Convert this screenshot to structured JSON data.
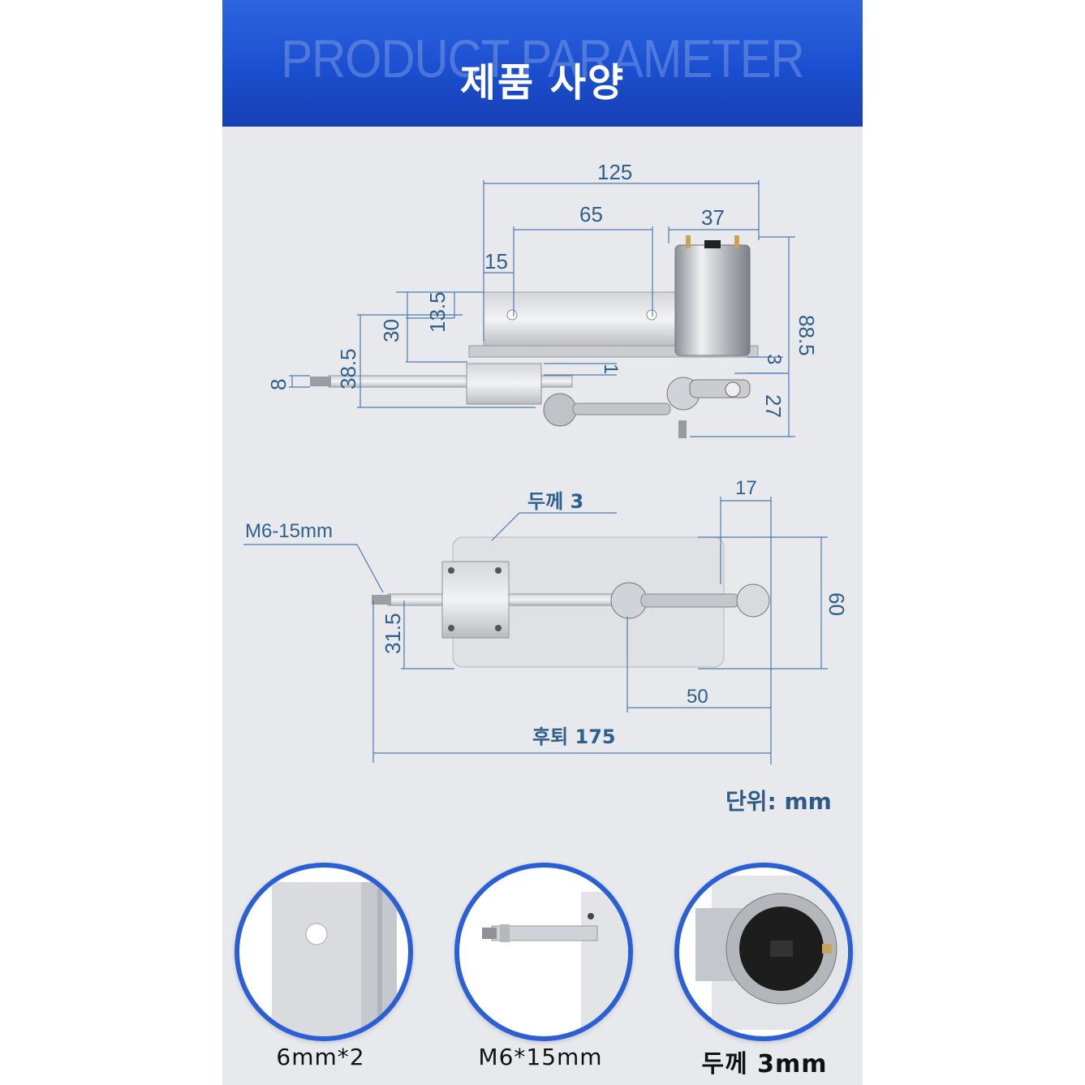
{
  "banner": {
    "ghost_text": "PRODUCT PARAMETER",
    "title": "제품 사양"
  },
  "side_view": {
    "dims": {
      "total_length": "125",
      "mid_length": "65",
      "motor_width": "37",
      "hole_offset": "15",
      "hole_height": "13.5",
      "bracket_height": "30",
      "rod_height": "38.5",
      "rod_diameter": "8",
      "gap": "1",
      "plate": "3",
      "overall_height": "88.5",
      "arm_drop": "27"
    }
  },
  "top_view": {
    "thickness_label": "두께 3",
    "thread_label": "M6-15mm",
    "offset_17": "17",
    "width_60": "60",
    "rod_offset": "31.5",
    "arm_50": "50",
    "stroke_label": "후퇴 175"
  },
  "unit_label": "단위: mm",
  "details": [
    {
      "caption": "6mm*2",
      "icon": "bracket-hole-closeup"
    },
    {
      "caption": "M6*15mm",
      "icon": "threaded-rod-closeup"
    },
    {
      "caption": "두께 3mm",
      "icon": "motor-closeup"
    }
  ],
  "colors": {
    "banner": "#1b4fcf",
    "dimension": "#2f5f8c",
    "circle_border": "#2a5fd6",
    "panel_bg": "#e8e9ed"
  }
}
